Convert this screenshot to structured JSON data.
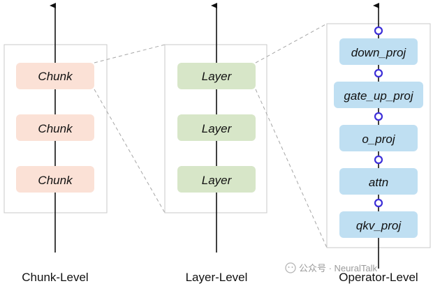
{
  "columns": [
    {
      "label": "Chunk-Level",
      "boxes": [
        "Chunk",
        "Chunk",
        "Chunk"
      ]
    },
    {
      "label": "Layer-Level",
      "boxes": [
        "Layer",
        "Layer",
        "Layer"
      ]
    },
    {
      "label": "Operator-Level",
      "boxes": [
        "down_proj",
        "gate_up_proj",
        "o_proj",
        "attn",
        "qkv_proj"
      ]
    }
  ],
  "watermark": "公众号 · NeuralTalk",
  "colors": {
    "chunk_fill": "#fbe1d6",
    "layer_fill": "#d7e6c8",
    "operator_fill": "#bfdff2",
    "frame_stroke": "#c8c8c8",
    "dashed_stroke": "#a6a6a6",
    "marker": "#3d2fd8",
    "arrow": "#111111"
  }
}
